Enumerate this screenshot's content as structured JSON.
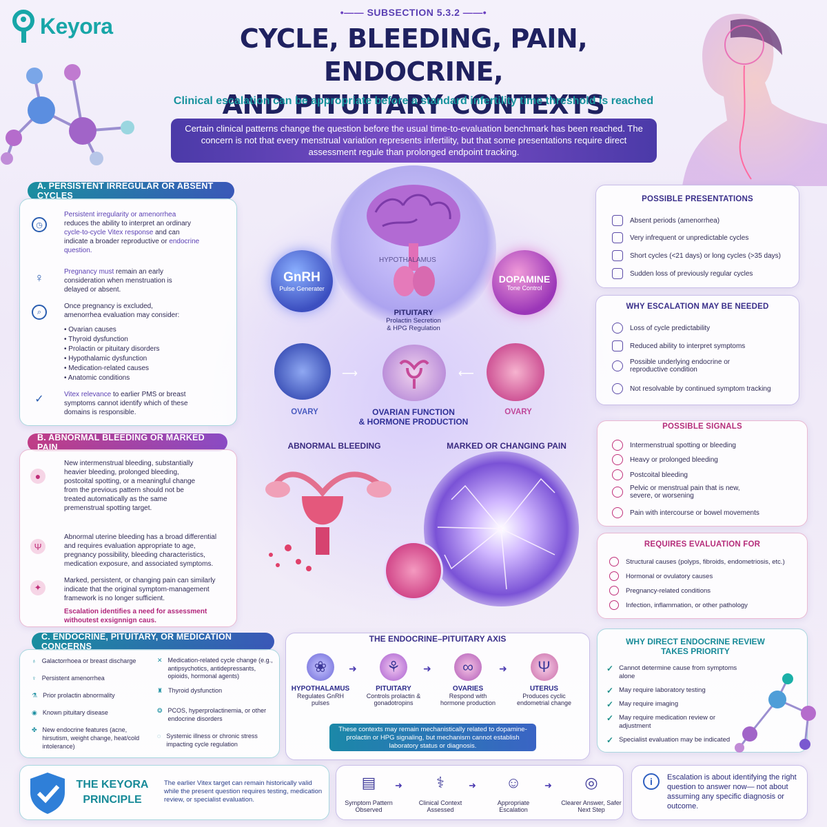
{
  "brand": {
    "name": "Keyora"
  },
  "header": {
    "subsection": "SUBSECTION 5.3.2",
    "title_line1": "CYCLE, BLEEDING, PAIN, ENDOCRINE,",
    "title_line2": "AND PITUITARY CONTEXTS",
    "subtitle": "Clinical escalation can be appropriate before a standard infertility time threshold is reached",
    "intro": "Certain clinical patterns change the question before the usual time-to-evaluation benchmark has been reached. The concern is not that every menstrual variation represents infertility, but that some presentations require direct assessment regule than prolonged endpoint tracking."
  },
  "sectionA": {
    "label": "A. PERSISTENT IRREGULAR OR ABSENT CYCLES",
    "p1_a": "Persistent irregularity or amenorrhea",
    "p1_b": "reduces the ability to interpret an ordinary",
    "p1_c": "cycle-to-cycle Vitex response",
    "p1_d": "and can indicate a broader reproductive or",
    "p1_e": "endocrine question.",
    "p2_a": "Pregnancy must",
    "p2_b": "remain an early consideration when menstruation is delayed or absent.",
    "p3": "Once pregnancy is excluded, amenorrhea evaluation may consider:",
    "causes": [
      "Ovarian causes",
      "Thyroid dysfunction",
      "Prolactin or pituitary disorders",
      "Hypothalamic dysfunction",
      "Medication-related causes",
      "Anatomic conditions"
    ],
    "p4_a": "Vitex relevance",
    "p4_b": "to earlier PMS or breast symptoms cannot identify which of these domains is responsible."
  },
  "sectionB": {
    "label": "B. ABNORMAL BLEEDING OR MARKED PAIN",
    "p1": "New intermenstrual bleeding, substantially heavier bleeding, prolonged bleeding, postcoital spotting, or a meaningful change from the previous pattern should not be treated automatically as the same premenstrual spotting target.",
    "p2": "Abnormal uterine bleeding has a broad differential and requires evaluation appropriate to age, pregnancy possibility, bleeding characteristics, medication exposure, and associated symptoms.",
    "p3": "Marked, persistent, or changing pain can similarly indicate that the original symptom-management framework is no longer sufficient.",
    "p4_a": "Escalation identifies a need for assessment",
    "p4_b": "withoutest exsignnign caus."
  },
  "center": {
    "hypothalamus": "HYPOTHALAMUS",
    "gnrh": "GnRH",
    "gnrh_sub": "Pulse Generater",
    "dopamine": "DOPAMINE",
    "dopamine_sub": "Tone Control",
    "pituitary": "PITUITARY",
    "pituitary_sub1": "Prolactin Secretion",
    "pituitary_sub2": "& HPG Regulation",
    "ovary_left": "OVARY",
    "ovary_right": "OVARY",
    "ovarian_fn1": "OVARIAN FUNCTION",
    "ovarian_fn2": "& HORMONE PRODUCTION",
    "abnormal_bleeding": "ABNORMAL BLEEDING",
    "changing_pain": "MARKED OR CHANGING PAIN"
  },
  "presentations": {
    "title": "POSSIBLE PRESENTATIONS",
    "items": [
      "Absent periods (amenorrhea)",
      "Very infrequent or unpredictable cycles",
      "Short cycles (<21 days) or long cycles (>35 days)",
      "Sudden loss of previously regular cycles"
    ]
  },
  "escalation": {
    "title": "WHY ESCALATION MAY BE NEEDED",
    "items": [
      "Loss of cycle predictability",
      "Reduced ability to interpret symptoms",
      "Possible underlying endocrine or reproductive condition",
      "Not resolvable by continued symptom tracking"
    ]
  },
  "signals": {
    "title": "POSSIBLE SIGNALS",
    "items": [
      "Intermenstrual spotting or bleeding",
      "Heavy or prolonged bleeding",
      "Postcoital bleeding",
      "Pelvic or menstrual pain that is new, severe, or worsening",
      "Pain with intercourse or bowel movements"
    ]
  },
  "evaluation": {
    "title": "REQUIRES EVALUATION FOR",
    "items": [
      "Structural causes (polyps, fibroids, endometriosis, etc.)",
      "Hormonal or ovulatory causes",
      "Pregnancy-related conditions",
      "Infection, inflammation, or other pathology"
    ]
  },
  "sectionC": {
    "label": "C. ENDOCRINE, PITUITARY, OR MEDICATION CONCERNS",
    "left": [
      "Galactorrhoea or breast discharge",
      "Persistent amenorrhea",
      "Prior prolactin abnormality",
      "Known pituitary disease",
      "New endocrine features (acne, hirsutism, weight change, heat/cold intolerance)"
    ],
    "right": [
      "Medication-related cycle change (e.g., antipsychotics, antidepressants, opioids, hormonal agents)",
      "Thyroid dysfunction",
      "PCOS, hyperprolactinemia, or other endocrine disorders",
      "Systemic illness or chronic stress impacting cycle regulation"
    ]
  },
  "axis": {
    "title": "THE ENDOCRINE–PITUITARY AXIS",
    "steps": [
      {
        "name": "HYPOTHALAMUS",
        "desc": "Regulates GnRH pulses"
      },
      {
        "name": "PITUITARY",
        "desc": "Controls prolactin & gonadotropins"
      },
      {
        "name": "OVARIES",
        "desc": "Respond with hormone production"
      },
      {
        "name": "UTERUS",
        "desc": "Produces cyclic endometrial change"
      }
    ],
    "note": "These contexts may remain mechanistically related to dopamine-prolactin or HPG signaling, but mechanism cannot establish laboratory status or diagnosis."
  },
  "review": {
    "title1": "WHY DIRECT ENDOCRINE REVIEW",
    "title2": "TAKES PRIORITY",
    "items": [
      "Cannot determine cause from symptoms alone",
      "May require laboratory testing",
      "May require imaging",
      "May require medication review or adjustment",
      "Specialist evaluation may be indicated"
    ]
  },
  "footer": {
    "principle1": "THE KEYORA",
    "principle2": "PRINCIPLE",
    "principle_text": "The earlier Vitex target can remain historically valid while the present question requires testing, medication review, or specialist evaluation.",
    "flow": [
      {
        "label": "Symptom Pattern Observed",
        "icon": "document-icon"
      },
      {
        "label": "Clinical Context Assessed",
        "icon": "stethoscope-icon"
      },
      {
        "label": "Appropriate Escalation",
        "icon": "doctor-icon"
      },
      {
        "label": "Clearer Answer, Safer Next Step",
        "icon": "target-icon"
      }
    ],
    "info": "Escalation is about identifying the right question to answer now— not about assuming any specific diagnosis or outcome."
  },
  "colors": {
    "teal": "#1e9aa6",
    "purple": "#6a3fc0",
    "pink": "#c23d86",
    "navy": "#1f2160"
  }
}
